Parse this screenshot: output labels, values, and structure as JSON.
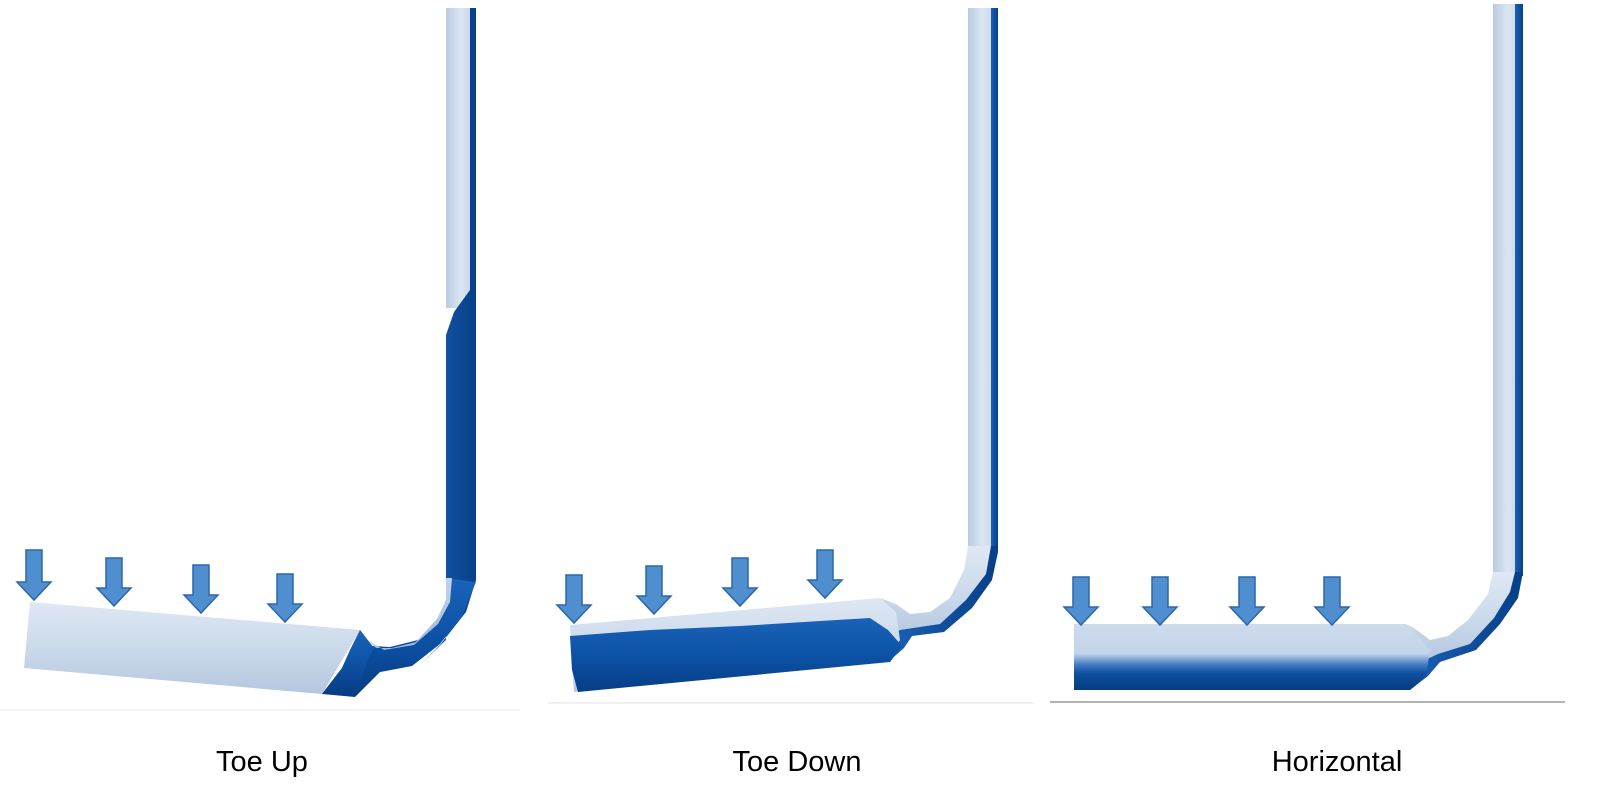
{
  "colors": {
    "liquid": "#0b4fa2",
    "liquid_edge": "#063a80",
    "pipe_light": "#c9d9ec",
    "pipe_light_edge": "#b2c6de",
    "arrow_fill": "#4f8fd0",
    "arrow_stroke": "#2c67a8",
    "baseline": "#9a9a9a"
  },
  "panels": [
    {
      "caption": "Toe Up"
    },
    {
      "caption": "Toe Down"
    },
    {
      "caption": "Horizontal"
    }
  ]
}
